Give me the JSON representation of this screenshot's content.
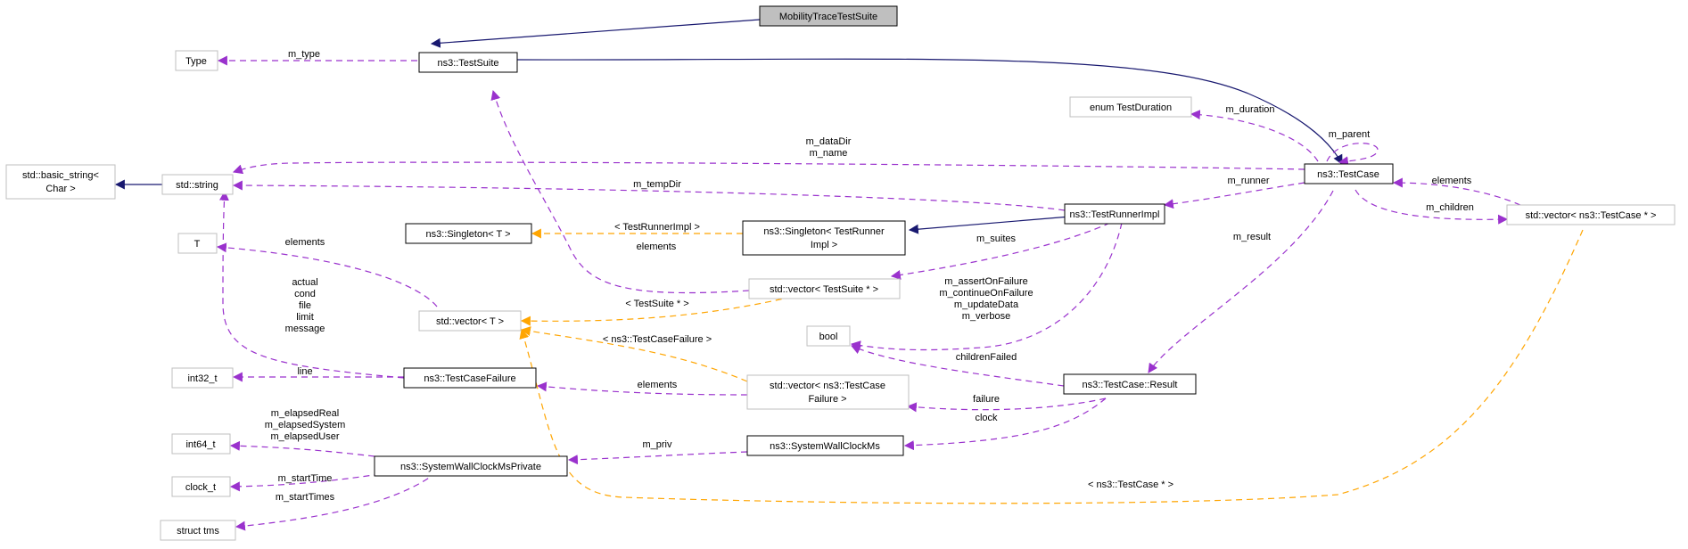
{
  "colors": {
    "inherit": "#191970",
    "member": "#9a32cd",
    "template": "#ffa500",
    "box_border_strong": "#000000",
    "box_border_weak": "#bfbfbf",
    "focus_fill": "#bfbfbf"
  },
  "nodes": {
    "mobility": {
      "lines": [
        "MobilityTraceTestSuite"
      ]
    },
    "testsuite": {
      "lines": [
        "ns3::TestSuite"
      ]
    },
    "type": {
      "lines": [
        "Type"
      ]
    },
    "testduration": {
      "lines": [
        "enum TestDuration"
      ]
    },
    "basic_string": {
      "lines": [
        "std::basic_string<",
        "Char >"
      ]
    },
    "stdstring": {
      "lines": [
        "std::string"
      ]
    },
    "testcase": {
      "lines": [
        "ns3::TestCase"
      ]
    },
    "vec_testcase": {
      "lines": [
        "std::vector< ns3::TestCase * >"
      ]
    },
    "T": {
      "lines": [
        "T"
      ]
    },
    "singletonT": {
      "lines": [
        "ns3::Singleton< T >"
      ]
    },
    "singletonRunner": {
      "lines": [
        "ns3::Singleton< TestRunner",
        "Impl >"
      ]
    },
    "testrunnerimpl": {
      "lines": [
        "ns3::TestRunnerImpl"
      ]
    },
    "vec_testsuite": {
      "lines": [
        "std::vector< TestSuite * >"
      ]
    },
    "vectorT": {
      "lines": [
        "std::vector< T >"
      ]
    },
    "bool": {
      "lines": [
        "bool"
      ]
    },
    "int32": {
      "lines": [
        "int32_t"
      ]
    },
    "testcasefailure": {
      "lines": [
        "ns3::TestCaseFailure"
      ]
    },
    "vec_failure": {
      "lines": [
        "std::vector< ns3::TestCase",
        "Failure >"
      ]
    },
    "result": {
      "lines": [
        "ns3::TestCase::Result"
      ]
    },
    "int64": {
      "lines": [
        "int64_t"
      ]
    },
    "syswallpriv": {
      "lines": [
        "ns3::SystemWallClockMsPrivate"
      ]
    },
    "syswall": {
      "lines": [
        "ns3::SystemWallClockMs"
      ]
    },
    "clock_t": {
      "lines": [
        "clock_t"
      ]
    },
    "structtms": {
      "lines": [
        "struct tms"
      ]
    }
  },
  "edge_labels": {
    "m_type": [
      "m_type"
    ],
    "m_duration": [
      "m_duration"
    ],
    "m_parent": [
      "m_parent"
    ],
    "m_dataDir": [
      "m_dataDir",
      "m_name"
    ],
    "m_tempDir": [
      "m_tempDir"
    ],
    "m_runner": [
      "m_runner"
    ],
    "elements_tc": [
      "elements"
    ],
    "m_children": [
      "m_children"
    ],
    "m_result": [
      "m_result"
    ],
    "elements_T": [
      "elements"
    ],
    "singleton_tpl": [
      "< TestRunnerImpl >"
    ],
    "elements_ts": [
      "elements"
    ],
    "m_suites": [
      "m_suites"
    ],
    "tpl_testsuite": [
      "< TestSuite * >"
    ],
    "result_bools": [
      "m_assertOnFailure",
      "m_continueOnFailure",
      "m_updateData",
      "m_verbose"
    ],
    "children_failed": [
      "childrenFailed"
    ],
    "failure_strings": [
      "actual",
      "cond",
      "file",
      "limit",
      "message"
    ],
    "tpl_failure": [
      "< ns3::TestCaseFailure >"
    ],
    "line": [
      "line"
    ],
    "elements_fail": [
      "elements"
    ],
    "failure": [
      "failure"
    ],
    "clock": [
      "clock"
    ],
    "elapsed": [
      "m_elapsedReal",
      "m_elapsedSystem",
      "m_elapsedUser"
    ],
    "m_priv": [
      "m_priv"
    ],
    "m_startTime": [
      "m_startTime"
    ],
    "m_startTimes": [
      "m_startTimes"
    ],
    "tpl_testcase": [
      "< ns3::TestCase * >"
    ]
  }
}
